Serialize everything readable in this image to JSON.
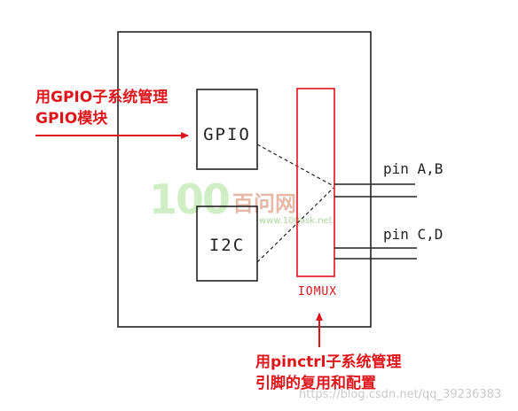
{
  "annotations": {
    "gpio_subsystem_line1": "用GPIO子系统管理",
    "gpio_subsystem_line2": "GPIO模块",
    "pinctrl_subsystem_line1": "用pinctrl子系统管理",
    "pinctrl_subsystem_line2": "引脚的复用和配置"
  },
  "blocks": {
    "gpio": "GPIO",
    "i2c": "I2C",
    "iomux": "IOMUX"
  },
  "pins": {
    "ab": "pin A,B",
    "cd": "pin C,D"
  },
  "watermark": {
    "logo_digits": "100",
    "logo_name": "百问网",
    "logo_url": "www.100ask.net",
    "blog_url": "https://blog.csdn.net/qq_39236383"
  },
  "colors": {
    "ink": "#222222",
    "annotation_red": "#e0151b",
    "watermark_green": "#8ccf7a"
  }
}
